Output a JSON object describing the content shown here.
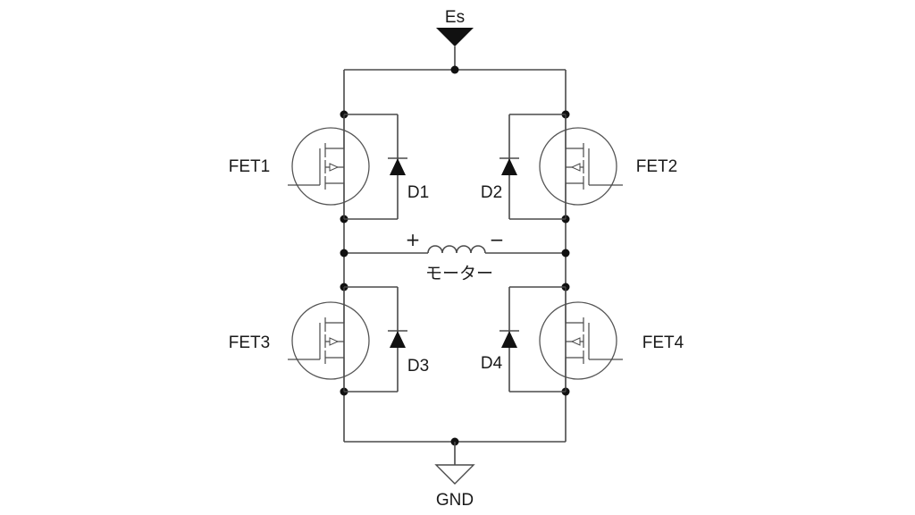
{
  "labels": {
    "supply": "Es",
    "ground": "GND",
    "fet1": "FET1",
    "fet2": "FET2",
    "fet3": "FET3",
    "fet4": "FET4",
    "d1": "D1",
    "d2": "D2",
    "d3": "D3",
    "d4": "D4",
    "motor": "モーター",
    "motor_plus": "+",
    "motor_minus": "−"
  },
  "colors": {
    "wire": "#4a4a4a",
    "node": "#111111",
    "background": "#ffffff"
  }
}
